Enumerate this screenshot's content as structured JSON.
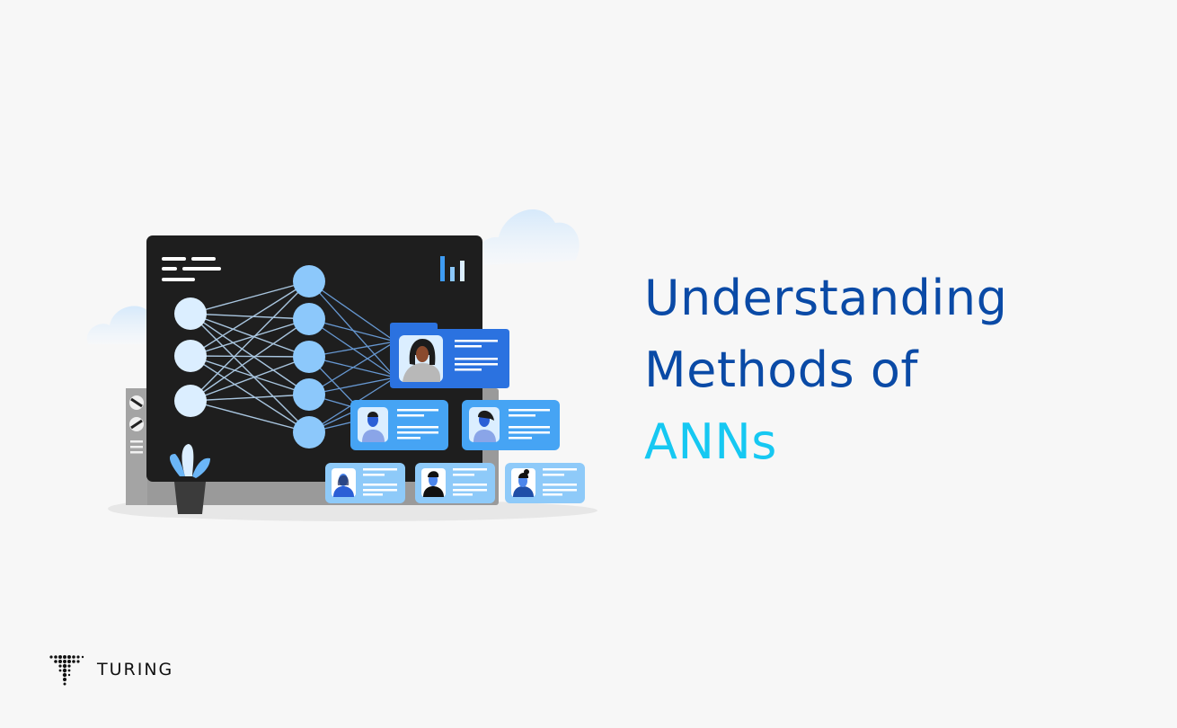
{
  "title": {
    "line1": "Understanding",
    "line2": "Methods of",
    "line3": "ANNs"
  },
  "brand": {
    "name": "TURING",
    "logo_icon": "dotted-t-logo-icon"
  },
  "colors": {
    "background": "#f7f7f7",
    "title_primary": "#0a4aa6",
    "title_accent": "#16c8f2",
    "monitor_screen": "#1e1e1e",
    "monitor_stand": "#9a9a9a",
    "input_node": "#dbeeff",
    "hidden_node": "#8cc8fb",
    "card_dark": "#2b72e0",
    "card_mid": "#46a4f4",
    "card_light": "#8ecaf9"
  },
  "illustration": {
    "description": "Neural network diagram on a dark monitor with profile cards",
    "input_nodes": 3,
    "hidden_nodes": 5,
    "profile_cards": 6,
    "icons": [
      "text-lines-icon",
      "bar-chart-icon",
      "cloud-icon",
      "plant-icon",
      "avatar-icon"
    ]
  }
}
